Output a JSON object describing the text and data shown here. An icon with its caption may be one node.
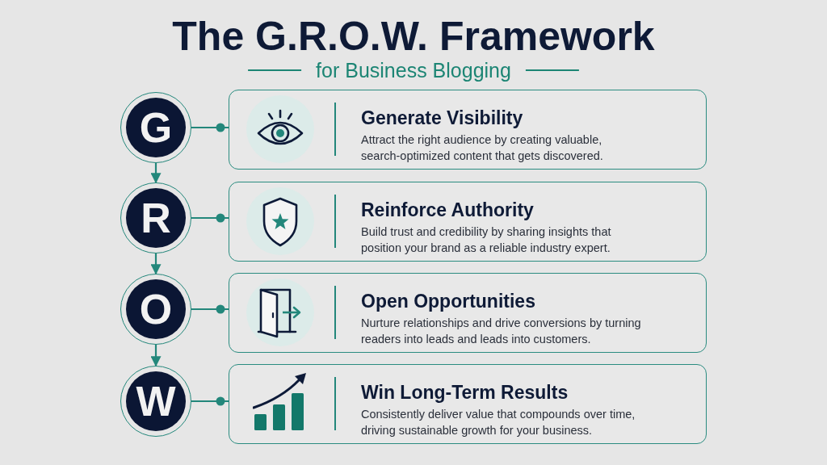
{
  "diagram": {
    "title": "The G.R.O.W. Framework",
    "nodes": [
      {
        "text": [
          "G"
        ]
      },
      {
        "text": [
          "Generate Visibility",
          "Attract the right audience by creating valuable, search-optimized content that gets discovered."
        ]
      },
      {
        "text": [
          "R"
        ]
      },
      {
        "text": [
          "Reinforce Authority",
          "Build trust and credibility by sharing insights that position your brand as a reliable industry expert."
        ]
      },
      {
        "text": [
          "O"
        ]
      },
      {
        "text": [
          "Open Opportunities",
          "Nurture relationships and drive conversions by turning readers into leads and leads into customers."
        ]
      },
      {
        "text": [
          "W"
        ]
      },
      {
        "text": [
          "Win Long-Term Results",
          "Consistently deliver value that compounds over time, driving sustainable growth for your business."
        ]
      }
    ],
    "edges": [
      {
        "from": 0,
        "to": 1,
        "arrow": "other"
      },
      {
        "from": 0,
        "to": 2,
        "arrow": "to"
      },
      {
        "from": 2,
        "to": 3,
        "arrow": "other"
      },
      {
        "from": 2,
        "to": 4,
        "arrow": "to"
      },
      {
        "from": 4,
        "to": 5,
        "arrow": "other"
      },
      {
        "from": 4,
        "to": 6,
        "arrow": "to"
      },
      {
        "from": 6,
        "to": 7,
        "arrow": "other"
      }
    ],
    "labels": [
      "for Business Blogging"
    ]
  }
}
